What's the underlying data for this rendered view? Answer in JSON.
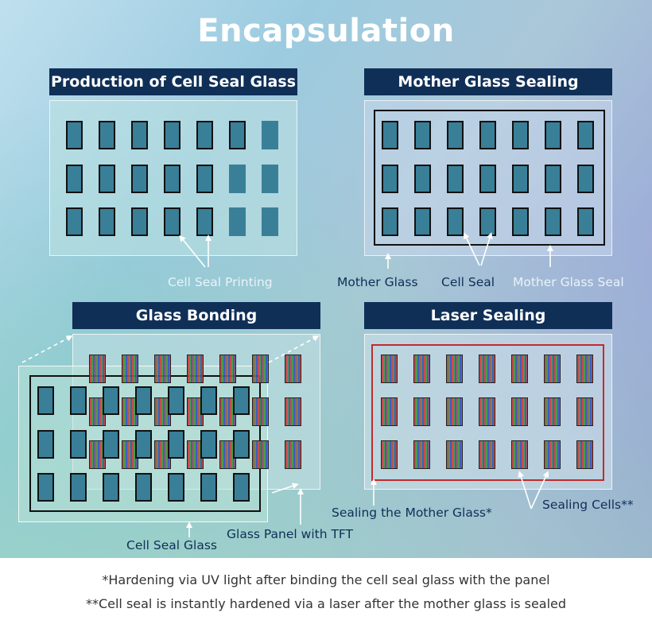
{
  "title": "Encapsulation",
  "panels": {
    "production": {
      "title": "Production of Cell Seal Glass",
      "labels": [
        "Cell Seal Printing"
      ]
    },
    "mother": {
      "title": "Mother Glass Sealing",
      "labels": [
        "Mother Glass",
        "Cell Seal",
        "Mother Glass Seal"
      ]
    },
    "bonding": {
      "title": "Glass Bonding",
      "labels": [
        "Cell Seal Glass",
        "Glass Panel with TFT"
      ]
    },
    "laser": {
      "title": "Laser Sealing",
      "labels": [
        "Sealing the Mother Glass*",
        "Sealing Cells**"
      ]
    }
  },
  "footnotes": [
    "*Hardening via UV light after binding the cell seal glass with the panel",
    "**Cell seal is instantly hardened via a laser after the mother glass is sealed"
  ],
  "colors": {
    "title_bar": "#0f2f57",
    "cell_fill": "#3a7f98",
    "seal_outline": "#111111",
    "laser_outline": "#c22b2b"
  }
}
